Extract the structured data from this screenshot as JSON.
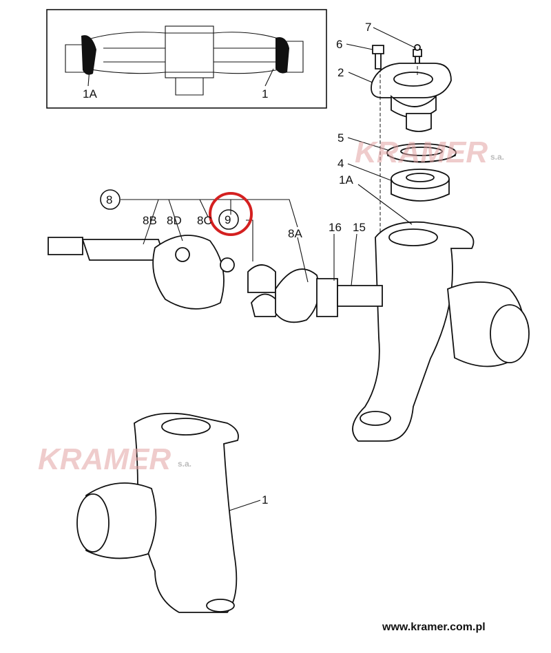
{
  "inset": {
    "labels": [
      "1A",
      "1"
    ]
  },
  "callouts": {
    "c7": "7",
    "c6": "6",
    "c2": "2",
    "c5": "5",
    "c4": "4",
    "c1A": "1A",
    "c8": "8",
    "c8B": "8B",
    "c8D": "8D",
    "c8C": "8C",
    "c9": "9",
    "c8A": "8A",
    "c16": "16",
    "c15": "15",
    "c1": "1"
  },
  "highlight_color": "#d42020",
  "watermark": {
    "brand": "KRAMER",
    "suffix": "s.a."
  },
  "footer": {
    "url": "www.kramer.com.pl"
  }
}
